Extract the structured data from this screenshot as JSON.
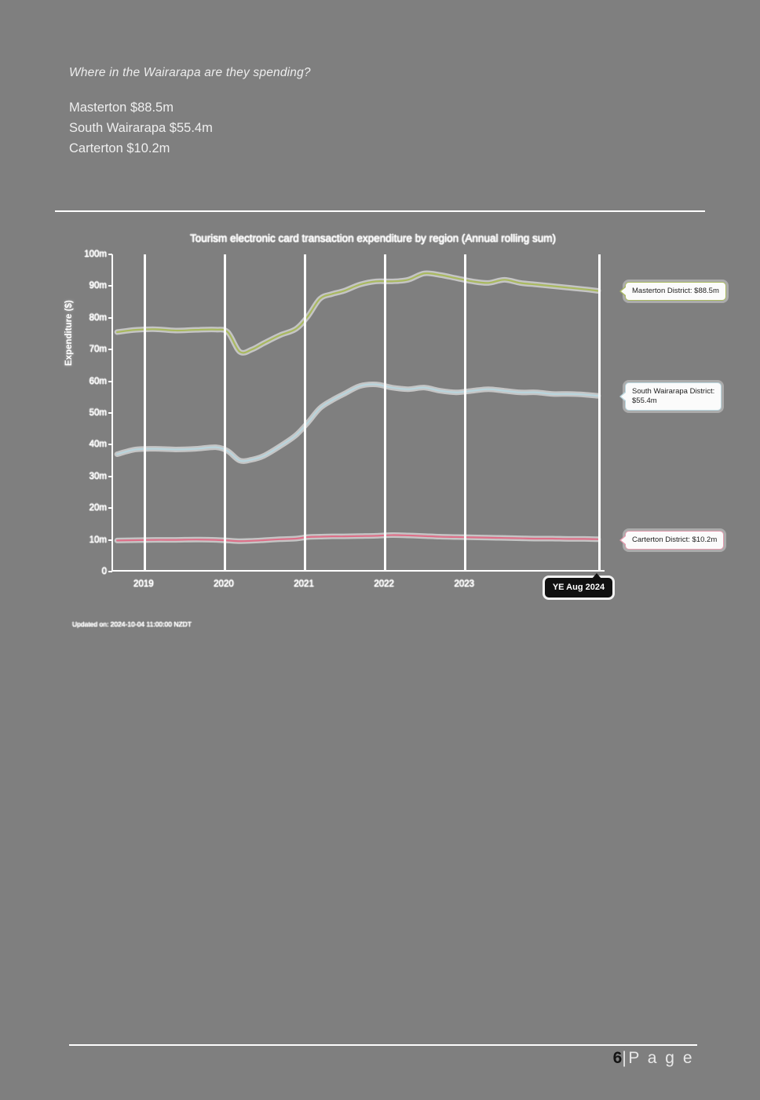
{
  "document": {
    "heading": "Where in the Wairarapa are they spending?",
    "summary_lines": [
      "Masterton $88.5m",
      "South Wairarapa $55.4m",
      "Carterton $10.2m"
    ],
    "footer": {
      "page_number": "6",
      "separator": "|",
      "page_word": "P a g e"
    }
  },
  "chart_footer": {
    "updated": "Updated on: 2024-10-04 11:00:00 NZDT"
  },
  "axis_badge": {
    "label": "YE Aug 2024"
  },
  "callouts": {
    "masterton": "Masterton District: $88.5m",
    "south_line1": "South Wairarapa District:",
    "south_line2": "$55.4m",
    "carterton": "Carterton District: $10.2m"
  },
  "colors": {
    "page_background": "#7f7f7f",
    "masterton": "#a9b95f",
    "south_wairarapa": "#b9d5dd",
    "carterton": "#dd6f88",
    "gridline": "#ffffff",
    "badge_background": "#101010"
  },
  "chart_data": {
    "type": "line",
    "title": "Tourism electronic card transaction expenditure by region (Annual rolling sum)",
    "xlabel": "",
    "ylabel": "Expenditure ($)",
    "ylim": [
      0,
      100
    ],
    "ytick_labels": [
      "0",
      "10m",
      "20m",
      "30m",
      "40m",
      "50m",
      "60m",
      "70m",
      "80m",
      "90m",
      "100m"
    ],
    "ytick_values": [
      0,
      10,
      20,
      30,
      40,
      50,
      60,
      70,
      80,
      90,
      100
    ],
    "xtick_labels": [
      "2019",
      "2020",
      "2021",
      "2022",
      "2023",
      "YE Aug 2024"
    ],
    "xtick_values": [
      2019,
      2020,
      2021,
      2022,
      2023,
      2024.67
    ],
    "xlim": [
      2018.6,
      2024.75
    ],
    "grid": "vertical",
    "legend": "end-of-line callout labels",
    "units": "NZD millions",
    "series": [
      {
        "name": "Masterton District",
        "color": "#a9b95f",
        "end_value": 88.5,
        "x": [
          2018.67,
          2018.9,
          2019.15,
          2019.4,
          2019.65,
          2019.9,
          2020.05,
          2020.2,
          2020.35,
          2020.5,
          2020.7,
          2020.9,
          2021.05,
          2021.2,
          2021.35,
          2021.5,
          2021.7,
          2021.9,
          2022.1,
          2022.3,
          2022.5,
          2022.7,
          2022.9,
          2023.1,
          2023.3,
          2023.5,
          2023.7,
          2023.9,
          2024.1,
          2024.3,
          2024.5,
          2024.67
        ],
        "values": [
          75.5,
          76.2,
          76.4,
          76.0,
          76.2,
          76.3,
          75.5,
          69.3,
          70.0,
          72.0,
          74.5,
          76.5,
          80.5,
          86.0,
          87.5,
          88.5,
          90.5,
          91.5,
          91.5,
          92.0,
          94.0,
          93.5,
          92.5,
          91.5,
          91.0,
          92.0,
          91.0,
          90.5,
          90.0,
          89.5,
          89.0,
          88.5
        ]
      },
      {
        "name": "South Wairarapa District",
        "color": "#b9d5dd",
        "end_value": 55.4,
        "x": [
          2018.67,
          2018.9,
          2019.15,
          2019.4,
          2019.65,
          2019.9,
          2020.05,
          2020.2,
          2020.35,
          2020.5,
          2020.7,
          2020.9,
          2021.05,
          2021.2,
          2021.35,
          2021.5,
          2021.7,
          2021.9,
          2022.1,
          2022.3,
          2022.5,
          2022.7,
          2022.9,
          2023.1,
          2023.3,
          2023.5,
          2023.7,
          2023.9,
          2024.1,
          2024.3,
          2024.5,
          2024.67
        ],
        "values": [
          37.0,
          38.5,
          38.7,
          38.5,
          38.7,
          39.2,
          38.0,
          35.0,
          35.3,
          36.5,
          39.5,
          43.0,
          47.0,
          51.5,
          54.0,
          56.0,
          58.5,
          59.0,
          58.0,
          57.5,
          58.0,
          57.0,
          56.5,
          57.0,
          57.5,
          57.0,
          56.5,
          56.5,
          56.0,
          56.0,
          55.8,
          55.4
        ]
      },
      {
        "name": "Carterton District",
        "color": "#dd6f88",
        "end_value": 10.2,
        "x": [
          2018.67,
          2018.9,
          2019.15,
          2019.4,
          2019.65,
          2019.9,
          2020.05,
          2020.2,
          2020.35,
          2020.5,
          2020.7,
          2020.9,
          2021.05,
          2021.2,
          2021.35,
          2021.5,
          2021.7,
          2021.9,
          2022.1,
          2022.3,
          2022.5,
          2022.7,
          2022.9,
          2023.1,
          2023.3,
          2023.5,
          2023.7,
          2023.9,
          2024.1,
          2024.3,
          2024.5,
          2024.67
        ],
        "values": [
          9.8,
          9.9,
          10.0,
          10.0,
          10.1,
          10.0,
          9.8,
          9.6,
          9.7,
          9.9,
          10.2,
          10.4,
          10.9,
          11.0,
          11.1,
          11.1,
          11.2,
          11.3,
          11.5,
          11.4,
          11.2,
          11.0,
          10.9,
          10.8,
          10.7,
          10.6,
          10.5,
          10.4,
          10.4,
          10.3,
          10.3,
          10.2
        ]
      }
    ]
  }
}
